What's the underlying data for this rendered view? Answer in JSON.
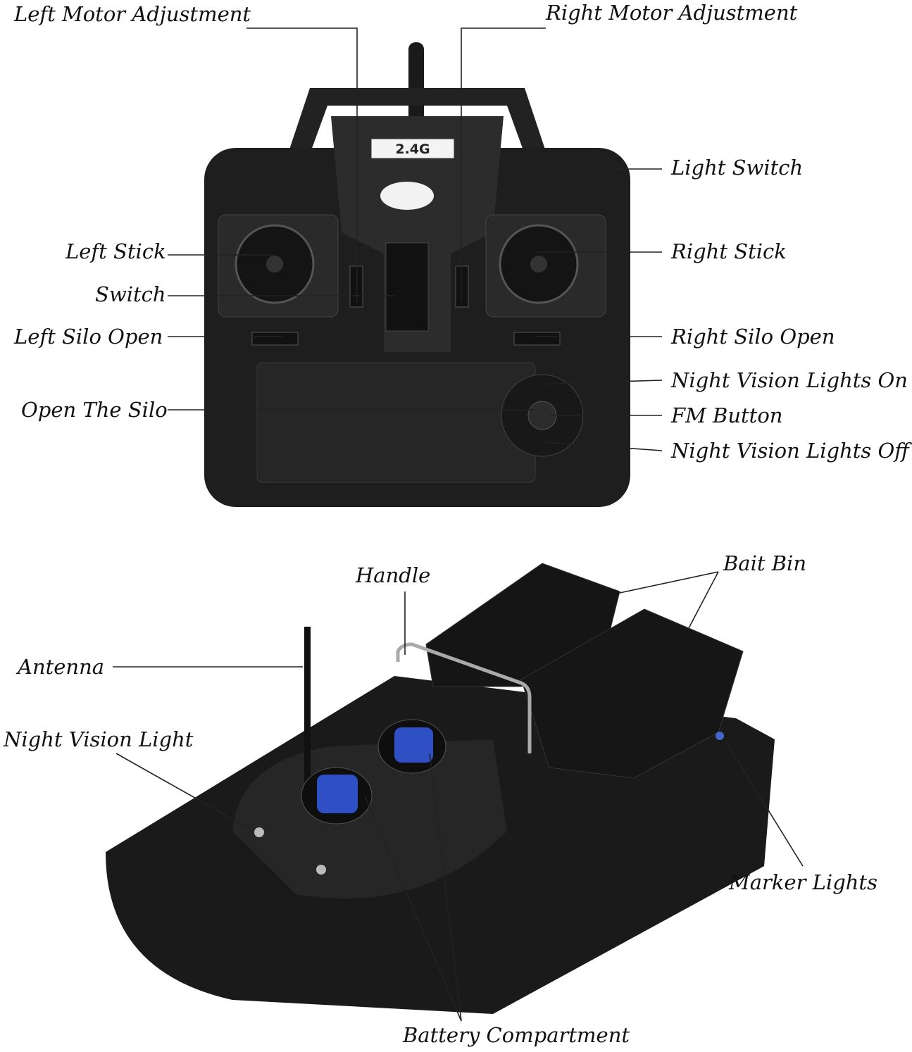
{
  "controller": {
    "badge": "2.4G",
    "labels": {
      "left_motor": "Left Motor Adjustment",
      "right_motor": "Right Motor Adjustment",
      "light_switch": "Light Switch",
      "left_stick": "Left Stick",
      "right_stick": "Right Stick",
      "switch": "Switch",
      "left_silo": "Left Silo Open",
      "right_silo": "Right Silo Open",
      "nv_on": "Night Vision Lights On",
      "open_silo": "Open The Silo",
      "fm_button": "FM Button",
      "nv_off": "Night Vision Lights Off"
    }
  },
  "boat": {
    "labels": {
      "handle": "Handle",
      "bait_bin": "Bait Bin",
      "antenna": "Antenna",
      "night_light": "Night Vision Light",
      "marker_lights": "Marker Lights",
      "battery": "Battery Compartment"
    }
  },
  "colors": {
    "body": "#1c1c1c",
    "battery_lid": "#2f4fc4"
  }
}
